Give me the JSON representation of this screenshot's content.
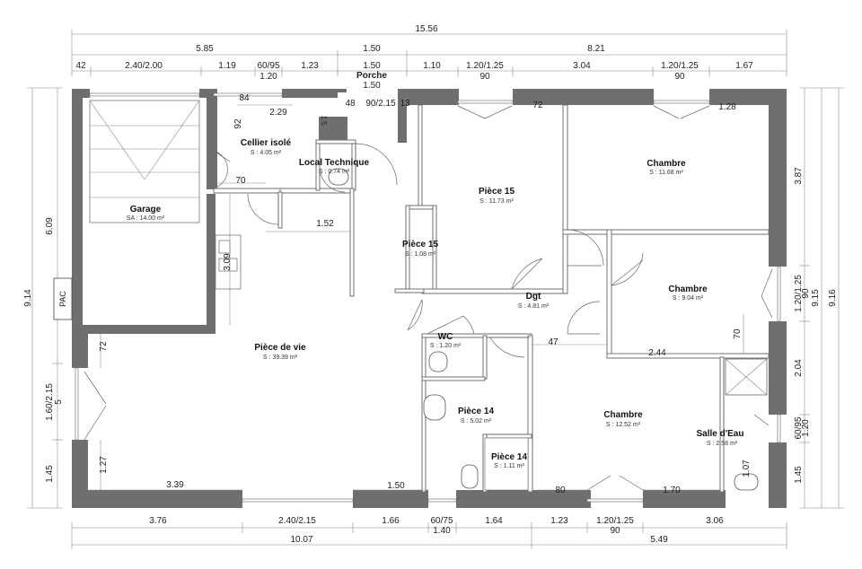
{
  "dimensions": {
    "top_total": "15.56",
    "top_mid": [
      "5.85",
      "1.50",
      "8.21"
    ],
    "top_detail": [
      "42",
      "2.40/2.00",
      "1.19",
      "60/95",
      "1.23",
      "1.50",
      "1.10",
      "1.20/1.25",
      "3.04",
      "1.20/1.25",
      "1.67"
    ],
    "top_sub": [
      "1.20",
      "1.50",
      "90",
      "90"
    ],
    "porche_label": "Porche",
    "bottom_detail": [
      "3.76",
      "2.40/2.15",
      "1.66",
      "60/75",
      "1.64",
      "1.23",
      "1.20/1.25",
      "3.06"
    ],
    "bottom_sub": [
      "1.40",
      "90"
    ],
    "bottom_total": [
      "10.07",
      "5.49"
    ],
    "left_outer": "9.14",
    "left_inner": [
      "6.09",
      "1.60/2.15",
      "1.45"
    ],
    "left_sub": "5",
    "right_inner": [
      "3.87",
      "1.20/1.25",
      "2.04",
      "60/95",
      "1.45"
    ],
    "right_sub": [
      "90",
      "1.20"
    ],
    "right_mid": "9.15",
    "right_outer": "9.16",
    "interior": [
      "84",
      "2.29",
      "92",
      "1.5",
      "48",
      "90/2.15",
      "13",
      "72",
      "1.28",
      "70",
      "1.52",
      "3.09",
      "72",
      "1.27",
      "3.39",
      "1.50",
      "47",
      "2.44",
      "70",
      "80",
      "1.70",
      "1.07"
    ]
  },
  "rooms": [
    {
      "name": "Garage",
      "area": "SA : 14.00 m²"
    },
    {
      "name": "Cellier isolé",
      "area": "S : 4.05 m²"
    },
    {
      "name": "Local Technique",
      "area": "S : 0.74 m²"
    },
    {
      "name": "Pièce 15",
      "area": "S : 11.73 m²"
    },
    {
      "name": "Chambre",
      "area": "S : 11.68 m²"
    },
    {
      "name": "Pièce 15",
      "area": "S : 1.08 m²"
    },
    {
      "name": "Chambre",
      "area": "S : 9.04 m²"
    },
    {
      "name": "Dgt",
      "area": "S : 4.81 m²"
    },
    {
      "name": "Pièce de vie",
      "area": "S : 39.39 m²"
    },
    {
      "name": "WC",
      "area": "S : 1.20 m²"
    },
    {
      "name": "Pièce 14",
      "area": "S : 5.02 m²"
    },
    {
      "name": "Chambre",
      "area": "S : 12.52 m²"
    },
    {
      "name": "Salle d'Eau",
      "area": "S : 2.58 m²"
    },
    {
      "name": "Pièce 14",
      "area": "S : 1.11 m²"
    }
  ],
  "labels": {
    "pac": "PAC"
  }
}
